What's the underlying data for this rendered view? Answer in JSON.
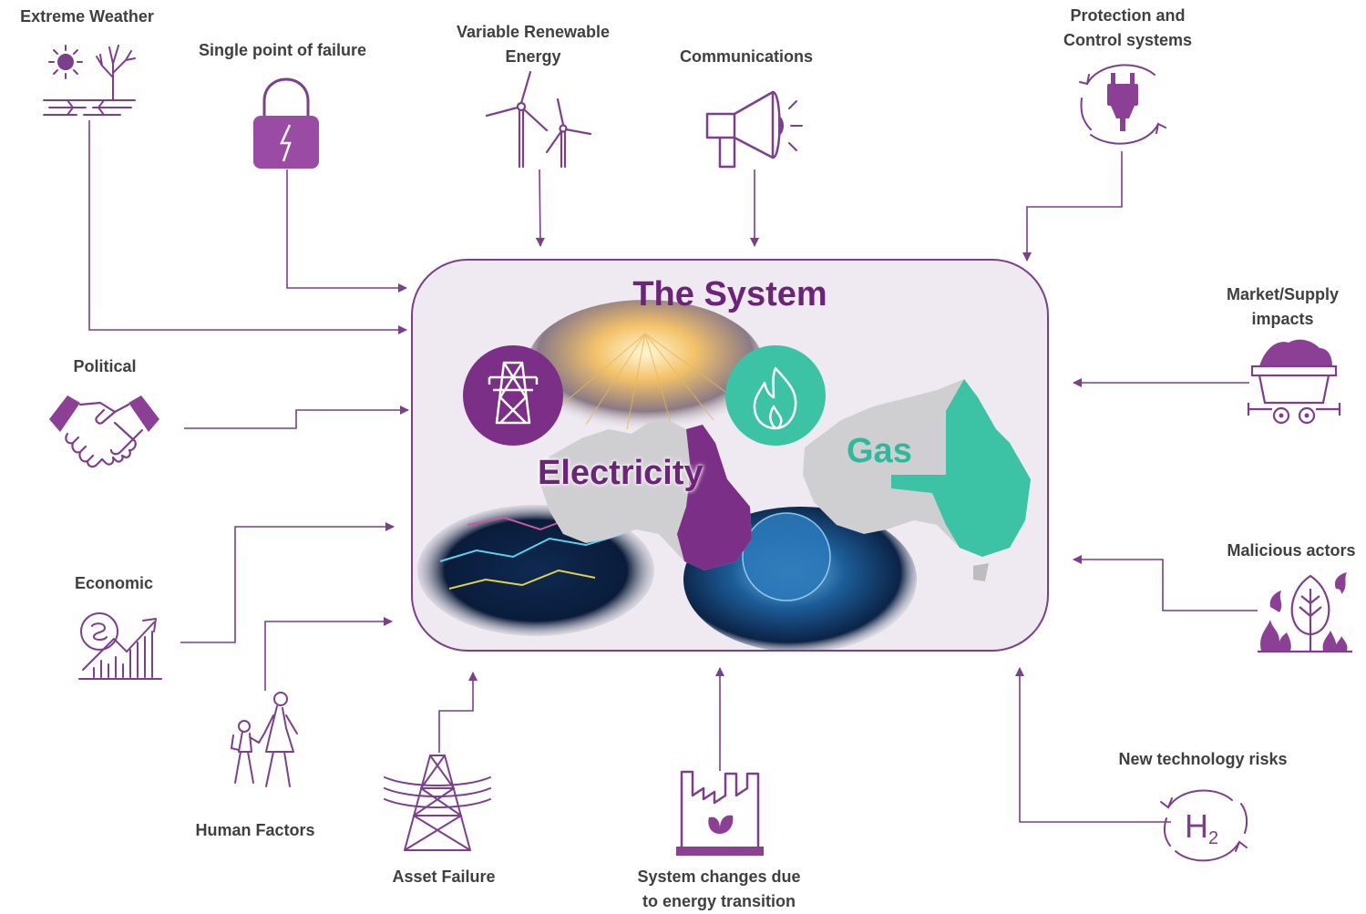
{
  "labels": {
    "extreme_weather": "Extreme Weather",
    "single_point_failure": "Single point of failure",
    "variable_renewable": "Variable Renewable\nEnergy",
    "communications": "Communications",
    "protection_control": "Protection and\nControl systems",
    "market_supply": "Market/Supply\nimpacts",
    "political": "Political",
    "malicious_actors": "Malicious actors",
    "economic": "Economic",
    "new_technology": "New technology risks",
    "human_factors": "Human Factors",
    "asset_failure": "Asset Failure",
    "system_changes": "System changes due\nto energy transition"
  },
  "system": {
    "title": "The System",
    "electricity": "Electricity",
    "gas": "Gas"
  },
  "icons": {
    "hydrogen_symbol": "H",
    "hydrogen_subscript": "2"
  },
  "colors": {
    "accent_purple": "#7b3f8c",
    "deep_purple": "#6b2478",
    "gas_teal": "#3cc2a4",
    "box_fill": "#efeaf1"
  }
}
